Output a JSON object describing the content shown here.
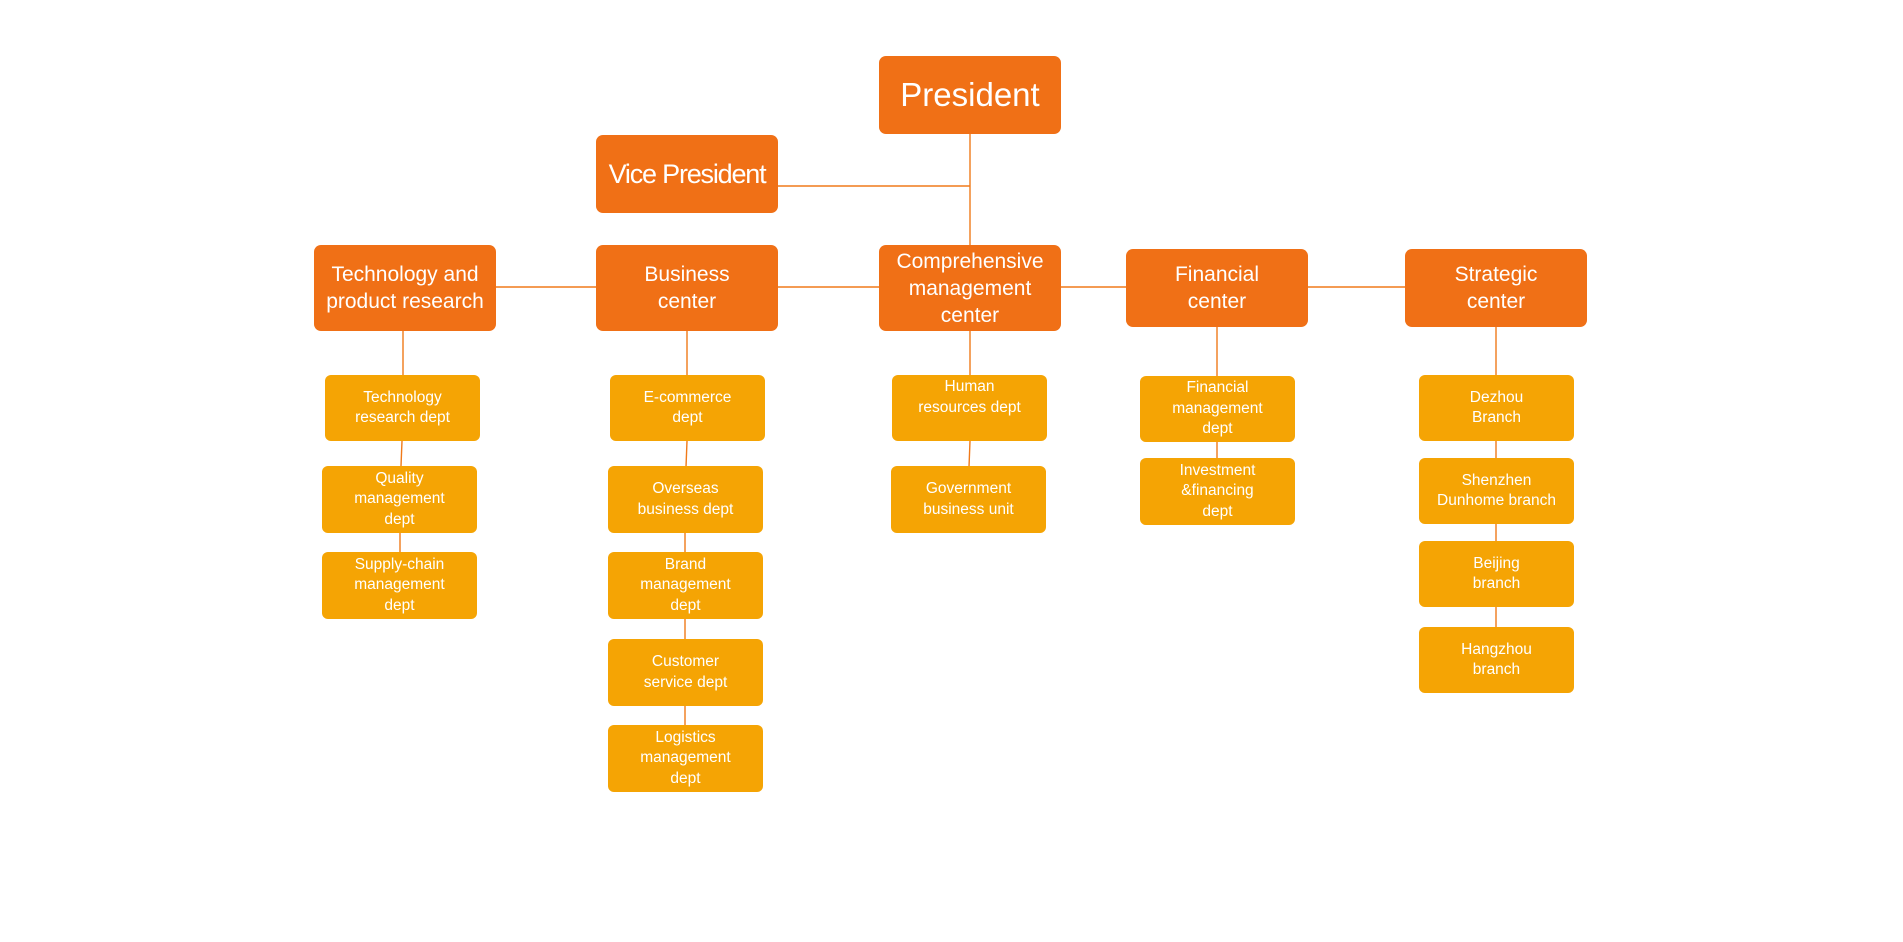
{
  "colors": {
    "primary_box": "#f07016",
    "secondary_box": "#f5a404",
    "connector": "#f07a1a",
    "text": "#ffffff"
  },
  "chart": {
    "president": "President",
    "vice_president": "Vice President",
    "centers": [
      {
        "label": "Technology and\nproduct research",
        "departments": [
          "Technology\nresearch dept",
          "Quality\nmanagement\ndept",
          "Supply-chain\nmanagement\ndept"
        ]
      },
      {
        "label": "Business\ncenter",
        "departments": [
          "E-commerce\ndept",
          "Overseas\nbusiness dept",
          "Brand\nmanagement\ndept",
          "Customer\nservice dept",
          "Logistics\nmanagement\ndept"
        ]
      },
      {
        "label": "Comprehensive\nmanagement\ncenter",
        "departments": [
          "Human\nresources dept",
          "Government\nbusiness unit"
        ]
      },
      {
        "label": "Financial\ncenter",
        "departments": [
          "Financial\nmanagement\ndept",
          "Investment\n&financing\ndept"
        ]
      },
      {
        "label": "Strategic\ncenter",
        "departments": [
          "Dezhou\nBranch",
          "Shenzhen\nDunhome branch",
          "Beijing\nbranch",
          "Hangzhou\nbranch"
        ]
      }
    ]
  }
}
